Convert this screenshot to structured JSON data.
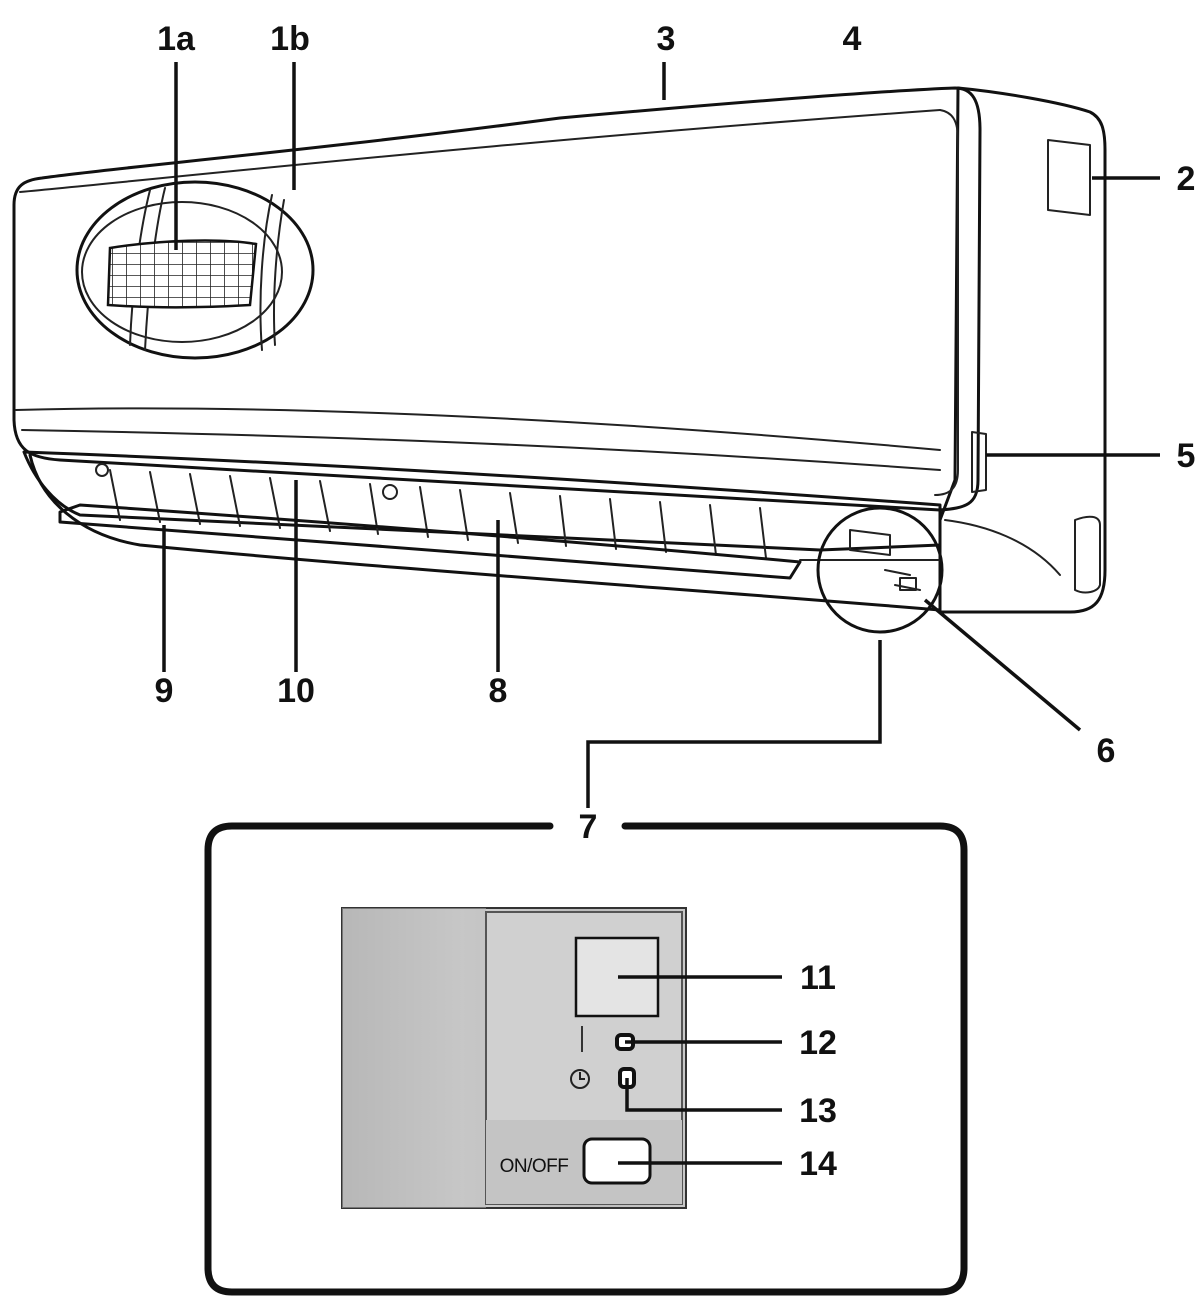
{
  "labels": {
    "l1a": "1a",
    "l1b": "1b",
    "l2": "2",
    "l3": "3",
    "l4": "4",
    "l5": "5",
    "l6": "6",
    "l7": "7",
    "l8": "8",
    "l9": "9",
    "l10": "10",
    "l11": "11",
    "l12": "12",
    "l13": "13",
    "l14": "14"
  },
  "panel": {
    "button_text": "ON/OFF",
    "timer_icon": "clock-icon"
  },
  "colors": {
    "line": "#111111",
    "panel_left": "#bdbdbd",
    "panel_right": "#d2d2d2",
    "unit_shadow": "#e2e2e2"
  }
}
